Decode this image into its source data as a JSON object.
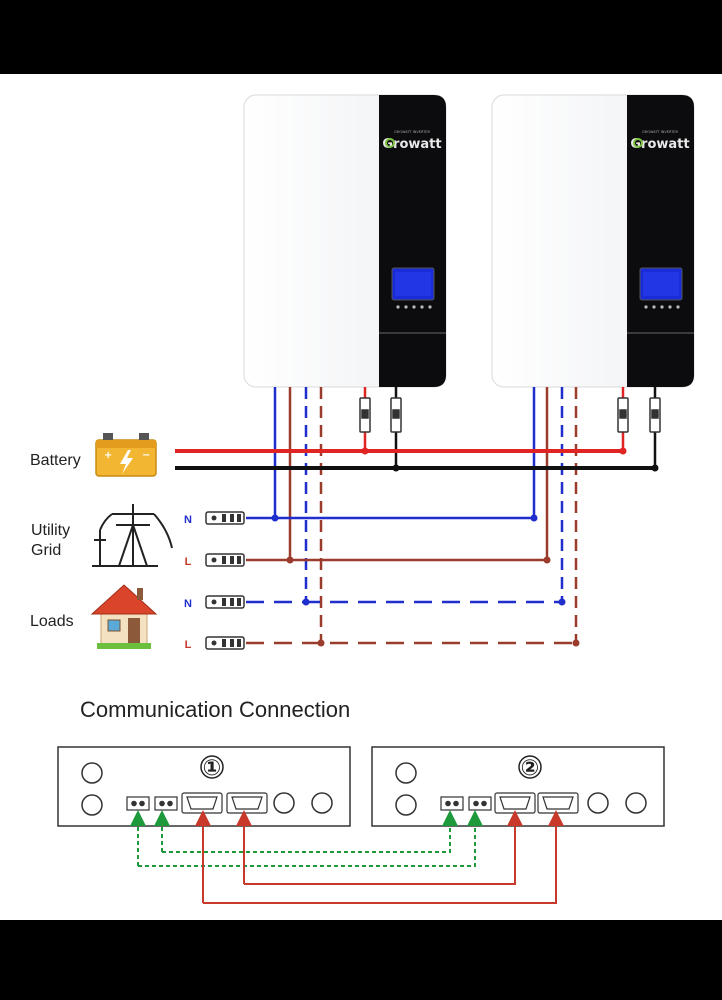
{
  "inverters": [
    {
      "brand_logo": "Growatt",
      "brand_tagline": "GROWATT INVERTER"
    },
    {
      "brand_logo": "Growatt",
      "brand_tagline": "GROWATT INVERTER"
    }
  ],
  "sources": {
    "battery": {
      "label": "Battery",
      "icon": "battery-icon"
    },
    "grid": {
      "label_line1": "Utility",
      "label_line2": "Grid",
      "icon": "power-pole-icon"
    },
    "loads": {
      "label": "Loads",
      "icon": "house-icon"
    }
  },
  "terminal_labels": {
    "grid_n": "N",
    "grid_l": "L",
    "loads_n": "N",
    "loads_l": "L"
  },
  "communication": {
    "title": "Communication Connection",
    "units": [
      {
        "number": "①"
      },
      {
        "number": "②"
      }
    ]
  },
  "colors": {
    "battery_positive": "#e02424",
    "battery_negative": "#111111",
    "neutral": "#1f2ecc",
    "live": "#9b3b2c",
    "comm_green": "#1e9a3c",
    "comm_red": "#c8392b"
  }
}
